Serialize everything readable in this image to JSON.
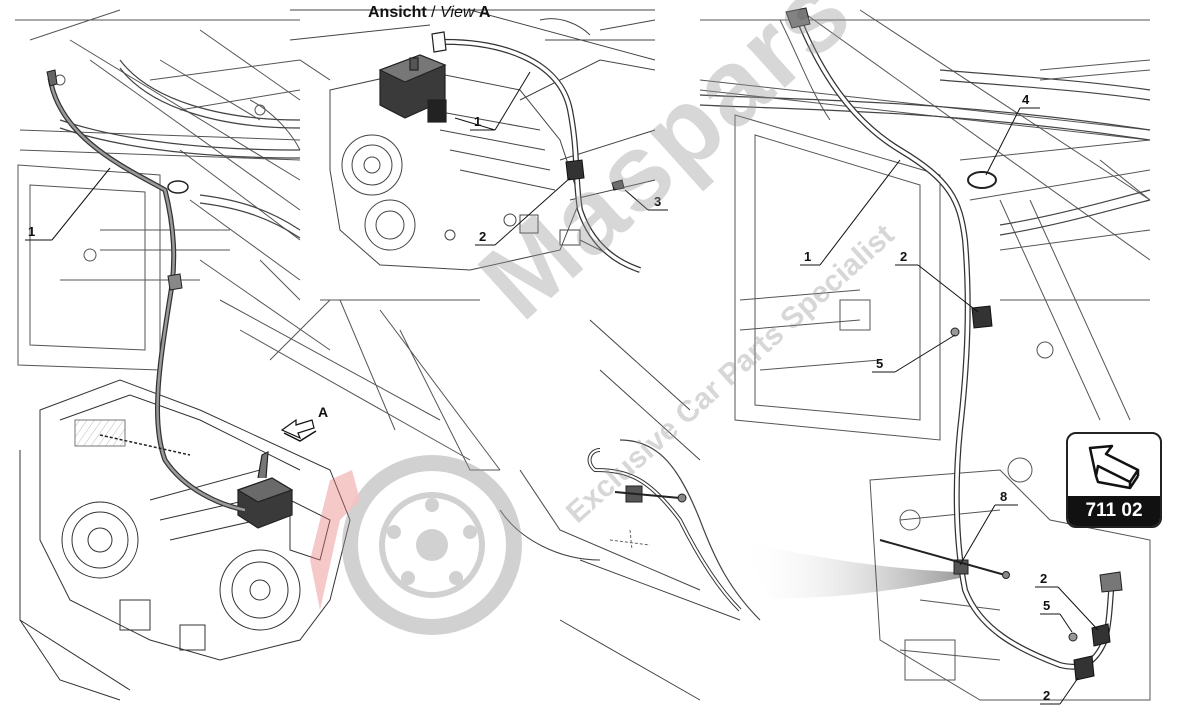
{
  "view_title": {
    "word_de": "Ansicht",
    "separator": " / ",
    "word_en": "View",
    "letter": "A"
  },
  "view_arrow_label": "A",
  "callouts": {
    "left_1": "1",
    "top_1": "1",
    "top_2": "2",
    "top_3": "3",
    "right_1": "1",
    "right_2a": "2",
    "right_4": "4",
    "right_5a": "5",
    "right_8": "8",
    "right_2b": "2",
    "right_5b": "5",
    "right_2c": "2"
  },
  "watermark": {
    "main": "Maspars",
    "sub": "Exclusive Car Parts Specialist"
  },
  "badge": {
    "code": "711 02",
    "icon": "arrow-up-left-icon"
  },
  "colors": {
    "line": "#2a2a2a",
    "detail": "#8a8a8a",
    "watermark": "#969696",
    "watermark_accent": "#e87a7a",
    "badge_code_bg": "#111111"
  }
}
